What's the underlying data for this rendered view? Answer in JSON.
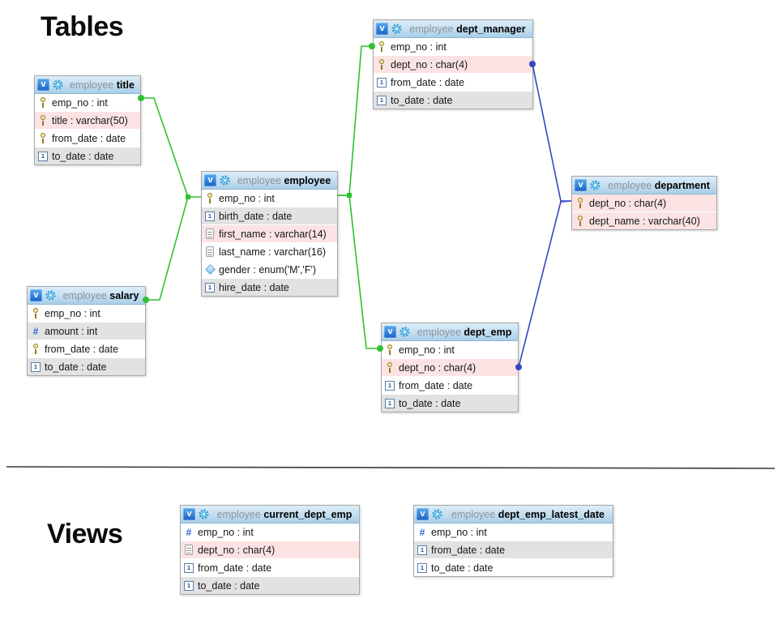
{
  "headings": {
    "tables": "Tables",
    "views": "Views"
  },
  "badge": {
    "label": "v"
  },
  "icons": {
    "view_badge": "view-badge-icon",
    "gear": "gear-icon",
    "primary_key": "primary-key-icon",
    "date": "date-icon",
    "numeric": "numeric-icon",
    "text": "text-icon",
    "enum": "enum-icon"
  },
  "colors": {
    "header_top": "#dcedf9",
    "header_bottom": "#a9cee9",
    "row_gray": "#e2e2e2",
    "row_pink": "#fbe3e3",
    "badge_blue": "#1b62c8",
    "relation_green": "#2fc12f",
    "relation_blue": "#3347c5"
  },
  "tables": [
    {
      "schema": "employee",
      "name": "title",
      "columns": [
        {
          "label": "emp_no : int"
        },
        {
          "label": "title : varchar(50)"
        },
        {
          "label": "from_date : date"
        },
        {
          "label": "to_date : date"
        }
      ]
    },
    {
      "schema": "employee",
      "name": "salary",
      "columns": [
        {
          "label": "emp_no : int"
        },
        {
          "label": "amount : int"
        },
        {
          "label": "from_date : date"
        },
        {
          "label": "to_date : date"
        }
      ]
    },
    {
      "schema": "employee",
      "name": "employee",
      "columns": [
        {
          "label": "emp_no : int"
        },
        {
          "label": "birth_date : date"
        },
        {
          "label": "first_name : varchar(14)"
        },
        {
          "label": "last_name : varchar(16)"
        },
        {
          "label": "gender : enum('M','F')"
        },
        {
          "label": "hire_date : date"
        }
      ]
    },
    {
      "schema": "employee",
      "name": "dept_manager",
      "columns": [
        {
          "label": "emp_no : int"
        },
        {
          "label": "dept_no : char(4)"
        },
        {
          "label": "from_date : date"
        },
        {
          "label": "to_date : date"
        }
      ]
    },
    {
      "schema": "employee",
      "name": "dept_emp",
      "columns": [
        {
          "label": "emp_no : int"
        },
        {
          "label": "dept_no : char(4)"
        },
        {
          "label": "from_date : date"
        },
        {
          "label": "to_date : date"
        }
      ]
    },
    {
      "schema": "employee",
      "name": "department",
      "columns": [
        {
          "label": "dept_no : char(4)"
        },
        {
          "label": "dept_name : varchar(40)"
        }
      ]
    },
    {
      "schema": "employee",
      "name": "current_dept_emp",
      "columns": [
        {
          "label": "emp_no : int"
        },
        {
          "label": "dept_no : char(4)"
        },
        {
          "label": "from_date : date"
        },
        {
          "label": "to_date : date"
        }
      ]
    },
    {
      "schema": "employee",
      "name": "dept_emp_latest_date",
      "columns": [
        {
          "label": "emp_no : int"
        },
        {
          "label": "from_date : date"
        },
        {
          "label": "to_date : date"
        }
      ]
    }
  ],
  "connections": [
    {
      "from": "title.emp_no",
      "to": "employee.emp_no",
      "color": "#2fc12f"
    },
    {
      "from": "salary.emp_no",
      "to": "employee.emp_no",
      "color": "#2fc12f"
    },
    {
      "from": "dept_manager.emp_no",
      "to": "employee.emp_no",
      "color": "#2fc12f"
    },
    {
      "from": "dept_emp.emp_no",
      "to": "employee.emp_no",
      "color": "#2fc12f"
    },
    {
      "from": "dept_manager.dept_no",
      "to": "department.dept_no",
      "color": "#3347c5"
    },
    {
      "from": "dept_emp.dept_no",
      "to": "department.dept_no",
      "color": "#3347c5"
    }
  ]
}
